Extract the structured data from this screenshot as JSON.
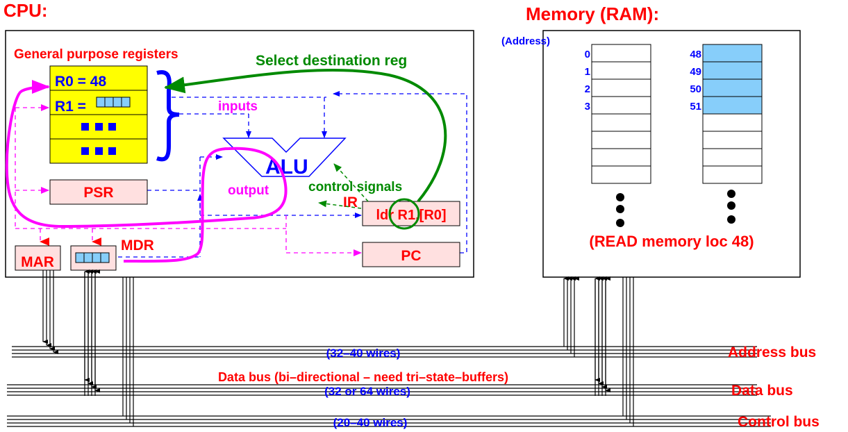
{
  "colors": {
    "label_red": "#ff0000",
    "wire_blue": "#0000ff",
    "signal_green": "#008a00",
    "path_magenta": "#ff00ff",
    "register_yellow": "#ffff00",
    "box_pink": "#ffe0e0",
    "cell_lightblue": "#87cefa"
  },
  "cpu": {
    "title": "CPU:",
    "gpr_label": "General purpose registers",
    "registers": [
      {
        "label": "R0 = 48"
      },
      {
        "label": "R1 ="
      },
      {
        "label": "■ ■ ■"
      },
      {
        "label": "■ ■ ■"
      }
    ],
    "select_dest_label": "Select destination reg",
    "inputs_label": "inputs",
    "alu_label": "ALU",
    "output_label": "output",
    "control_signals_label": "control signals",
    "psr_label": "PSR",
    "ir_label": "IR",
    "ir_instruction": "ldr R1,[R0]",
    "pc_label": "PC",
    "mar_label": "MAR",
    "mdr_label": "MDR"
  },
  "memory": {
    "title": "Memory (RAM):",
    "address_label": "(Address)",
    "left_column_addresses": [
      "0",
      "1",
      "2",
      "3"
    ],
    "right_column_addresses": [
      "48",
      "49",
      "50",
      "51"
    ],
    "highlighted_cells": [
      "48",
      "49",
      "50",
      "51"
    ],
    "ellipsis": "⋮",
    "operation_label": "(READ memory loc 48)"
  },
  "buses": {
    "address": {
      "name": "Address bus",
      "width": "(32–40 wires)"
    },
    "data": {
      "name": "Data bus",
      "width": "(32 or 64 wires)",
      "note": "Data bus (bi–directional – need tri–state–buffers)"
    },
    "control": {
      "name": "Control bus",
      "width": "(20–40 wires)"
    }
  }
}
